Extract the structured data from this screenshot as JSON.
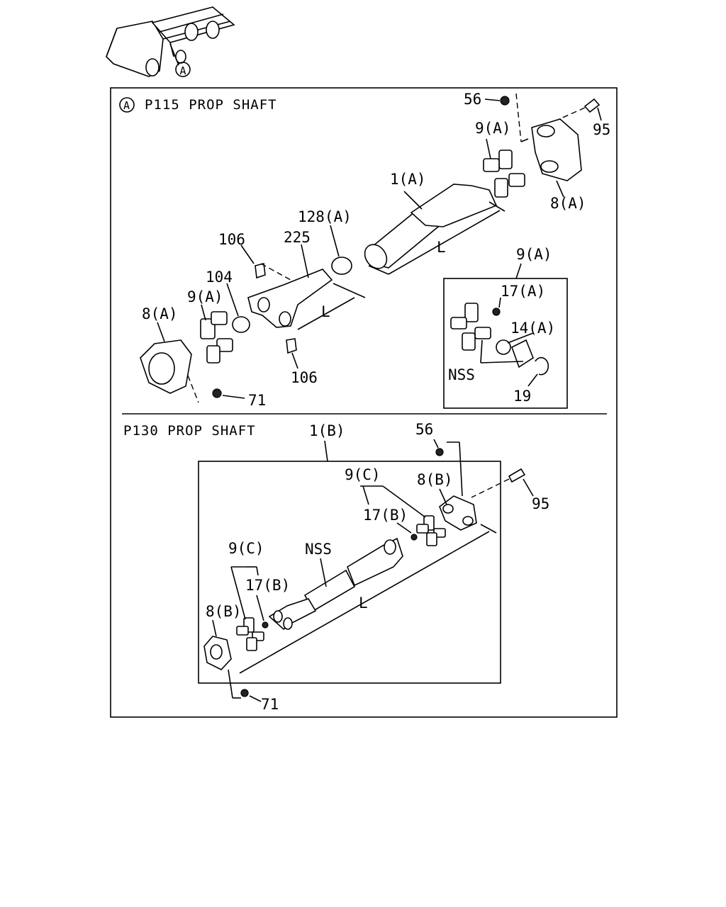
{
  "vehicle_callout": "A",
  "section_a": {
    "callout": "A",
    "title": "P115 PROP SHAFT",
    "labels": {
      "p56": "56",
      "p95": "95",
      "p9A_top": "9(A)",
      "p8A_top": "8(A)",
      "p1A": "1(A)",
      "p128A": "128(A)",
      "p225": "225",
      "p106_top": "106",
      "p104": "104",
      "p9A_left": "9(A)",
      "p8A_left": "8(A)",
      "p106_bottom": "106",
      "p71": "71",
      "L_long": "L",
      "L_short": "L"
    },
    "inset": {
      "title": "9(A)",
      "p17A": "17(A)",
      "p14A": "14(A)",
      "nss": "NSS",
      "p19": "19"
    }
  },
  "section_b": {
    "title": "P130 PROP SHAFT",
    "labels": {
      "p1B": "1(B)",
      "p56": "56",
      "p95": "95",
      "p9C_top": "9(C)",
      "p8B_top": "8(B)",
      "p17B_top": "17(B)",
      "nss": "NSS",
      "p9C_left": "9(C)",
      "p17B_left": "17(B)",
      "p8B_left": "8(B)",
      "L": "L",
      "p71": "71"
    }
  }
}
